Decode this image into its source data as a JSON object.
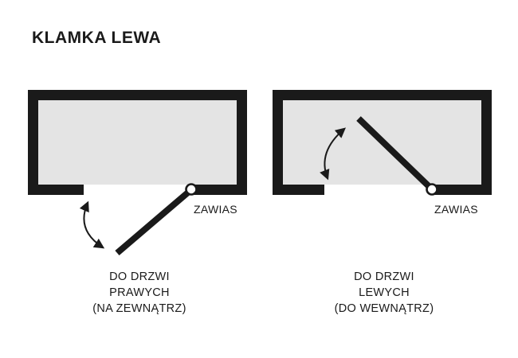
{
  "title": "KLAMKA LEWA",
  "colors": {
    "wall": "#1a1a1a",
    "interior": "#e4e4e4",
    "background": "#ffffff"
  },
  "diagrams": [
    {
      "name": "right-door-outward",
      "hinge_label": "ZAWIAS",
      "caption_lines": [
        "DO DRZWI",
        "PRAWYCH",
        "(NA ZEWNĄTRZ)"
      ]
    },
    {
      "name": "left-door-inward",
      "hinge_label": "ZAWIAS",
      "caption_lines": [
        "DO DRZWI",
        "LEWYCH",
        "(DO WEWNĄTRZ)"
      ]
    }
  ]
}
